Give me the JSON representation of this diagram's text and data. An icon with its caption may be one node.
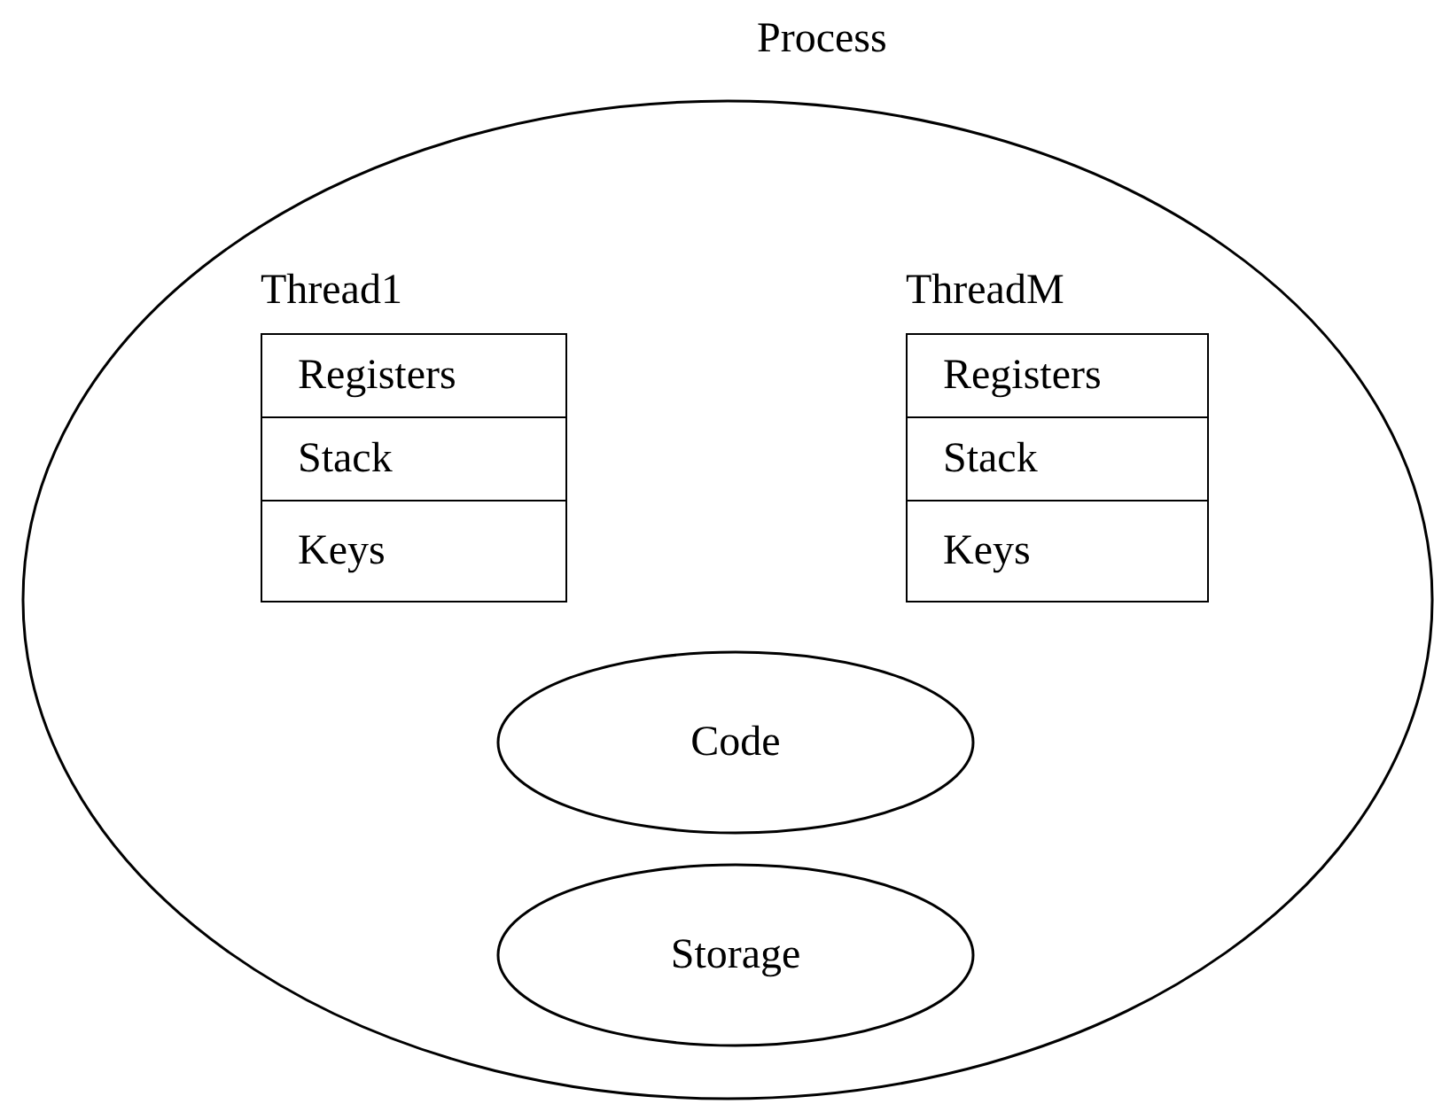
{
  "diagram": {
    "nodes": [
      {
        "text": [
          "Process"
        ]
      },
      {
        "text": [
          "Thread1"
        ],
        "in": 0
      },
      {
        "text": [
          "Registers"
        ],
        "in": 1
      },
      {
        "text": [
          "Stack"
        ],
        "in": 1
      },
      {
        "text": [
          "Keys"
        ],
        "in": 1
      },
      {
        "text": [
          "ThreadM"
        ],
        "in": 0
      },
      {
        "text": [
          "Registers"
        ],
        "in": 5
      },
      {
        "text": [
          "Stack"
        ],
        "in": 5
      },
      {
        "text": [
          "Keys"
        ],
        "in": 5
      },
      {
        "text": [
          "Code"
        ],
        "in": 0
      },
      {
        "text": [
          "Storage"
        ],
        "in": 0
      }
    ]
  }
}
